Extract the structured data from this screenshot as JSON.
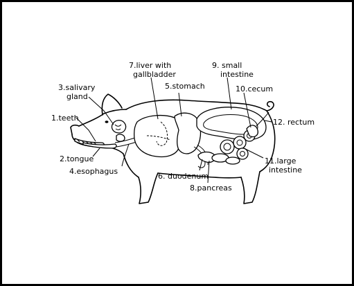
{
  "labels": {
    "teeth": "1.teeth",
    "tongue": "2.tongue",
    "salivary_line1": "3.salivary",
    "salivary_line2": "gland",
    "esophagus": "4.esophagus",
    "stomach": "5.stomach",
    "duodenum": "6. duodenum",
    "liver_line1": "7.liver with",
    "liver_line2": "gallbladder",
    "pancreas": "8.pancreas",
    "small_intestine_line1": "9. small",
    "small_intestine_line2": "intestine",
    "cecum": "10.cecum",
    "large_intestine_line1": "11.large",
    "large_intestine_line2": "intestine",
    "rectum": "12. rectum"
  },
  "colors": {
    "ink": "#000000",
    "background": "#ffffff",
    "border": "#000000"
  }
}
